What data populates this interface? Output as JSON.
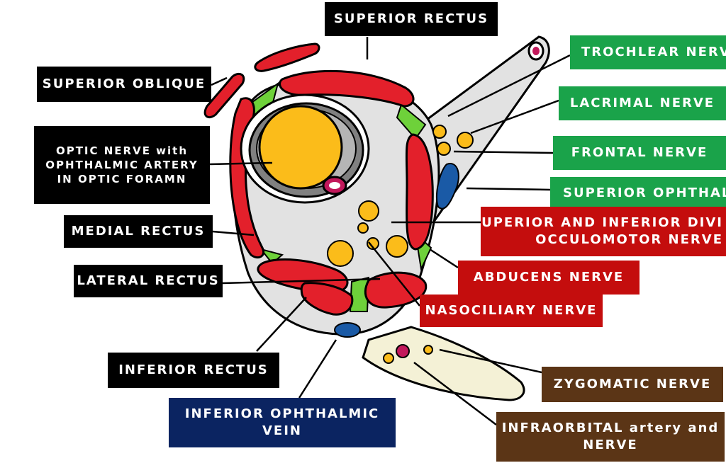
{
  "labels": {
    "superior_rectus": "SUPERIOR RECTUS",
    "superior_oblique": "SUPERIOR OBLIQUE",
    "optic_nerve": [
      "OPTIC NERVE with",
      "OPHTHALMIC ARTERY",
      "IN OPTIC FORAMN"
    ],
    "medial_rectus": "MEDIAL RECTUS",
    "lateral_rectus": "LATERAL RECTUS",
    "inferior_rectus": "INFERIOR RECTUS",
    "inferior_ophthalmic_vein": [
      "INFERIOR OPHTHALMIC",
      "VEIN"
    ],
    "trochlear_nerve": "TROCHLEAR NERVE",
    "lacrimal_nerve": "LACRIMAL NERVE",
    "frontal_nerve": "FRONTAL NERVE",
    "superior_ophthalmic_vein": "SUPERIOR OPHTHALM",
    "oculomotor_divisions": [
      "SUPERIOR AND INFERIOR DIVI",
      "OCCULOMOTOR NERVE"
    ],
    "abducens_nerve": "ABDUCENS NERVE",
    "nasociliary_nerve": "NASOCILIARY NERVE",
    "zygomatic_nerve": "ZYGOMATIC NERVE",
    "infraorbital": [
      "INFRAORBITAL artery and",
      "NERVE"
    ]
  },
  "colors": {
    "muscle": "#e3202b",
    "nerve": "#fbbc1a",
    "vein": "#1a5aa6",
    "artery": "#c2185b",
    "fat": "#6ed13a",
    "tendon_ring": "#dcdcdc",
    "label_black": "#000000",
    "label_green": "#1aa34a",
    "label_red": "#c40d0d",
    "label_navy": "#0b2461",
    "label_brown": "#5b3516"
  }
}
